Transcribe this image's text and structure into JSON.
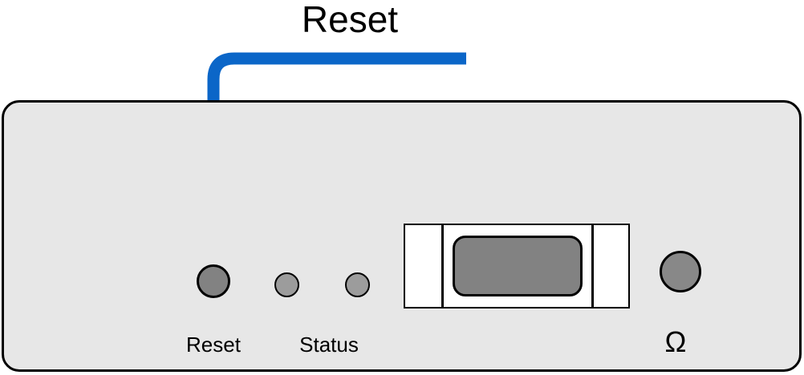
{
  "callout": {
    "title": "Reset",
    "line_color": "#0b66c8"
  },
  "panel": {
    "background_color": "#e7e7e7",
    "reset_label": "Reset",
    "status_label": "Status",
    "impedance_label": "Ω",
    "button_color": "#828282",
    "led_color": "#9c9c9c"
  }
}
